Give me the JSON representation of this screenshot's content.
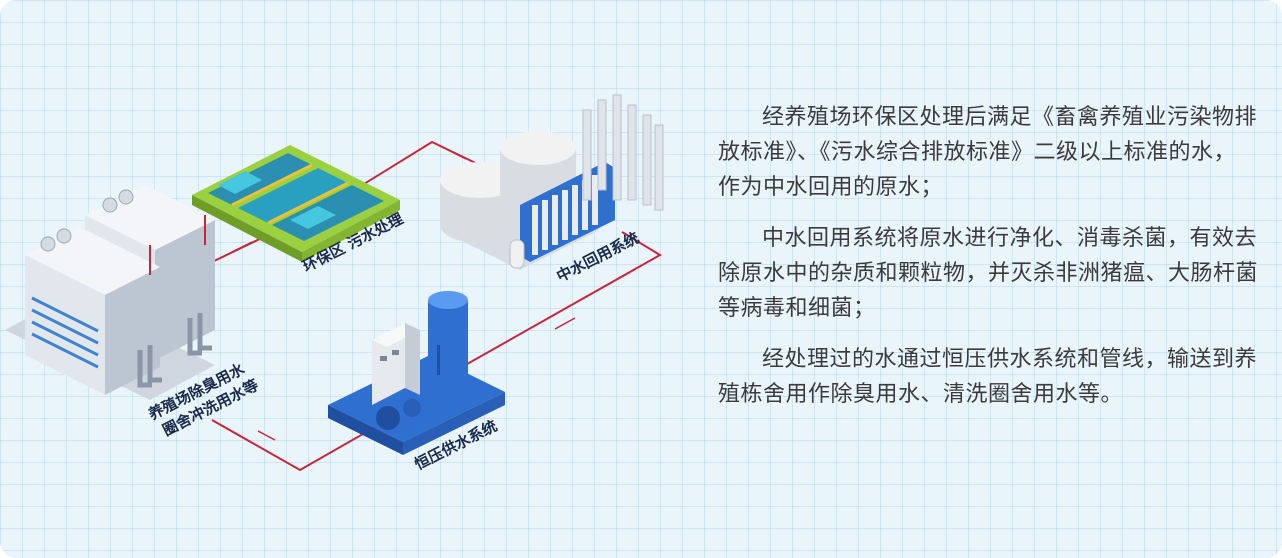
{
  "labels": {
    "farm_line1": "养殖场除臭用水",
    "farm_line2": "圈舍冲洗用水等",
    "env_zone": "环保区 污水处理",
    "reuse_system": "中水回用系统",
    "pressure_system": "恒压供水系统"
  },
  "paragraphs": [
    "经养殖场环保区处理后满足《畜禽养殖业污染物排放标准》、《污水综合排放标准》二级以上标准的水，作为中水回用的原水；",
    "中水回用系统将原水进行净化、消毒杀菌，有效去除原水中的杂质和颗粒物，并灭杀非洲猪瘟、大肠杆菌等病毒和细菌；",
    "经处理过的水通过恒压供水系统和管线，输送到养殖栋舍用作除臭用水、清洗圈舍用水等。"
  ],
  "colors": {
    "pipe": "#c8243a",
    "tank_blue": "#2f6fd0",
    "pool_green": "#9bd040",
    "label_text": "#1b2a4a",
    "body_text": "#3b3b3b",
    "background": "#eaf5fb"
  }
}
